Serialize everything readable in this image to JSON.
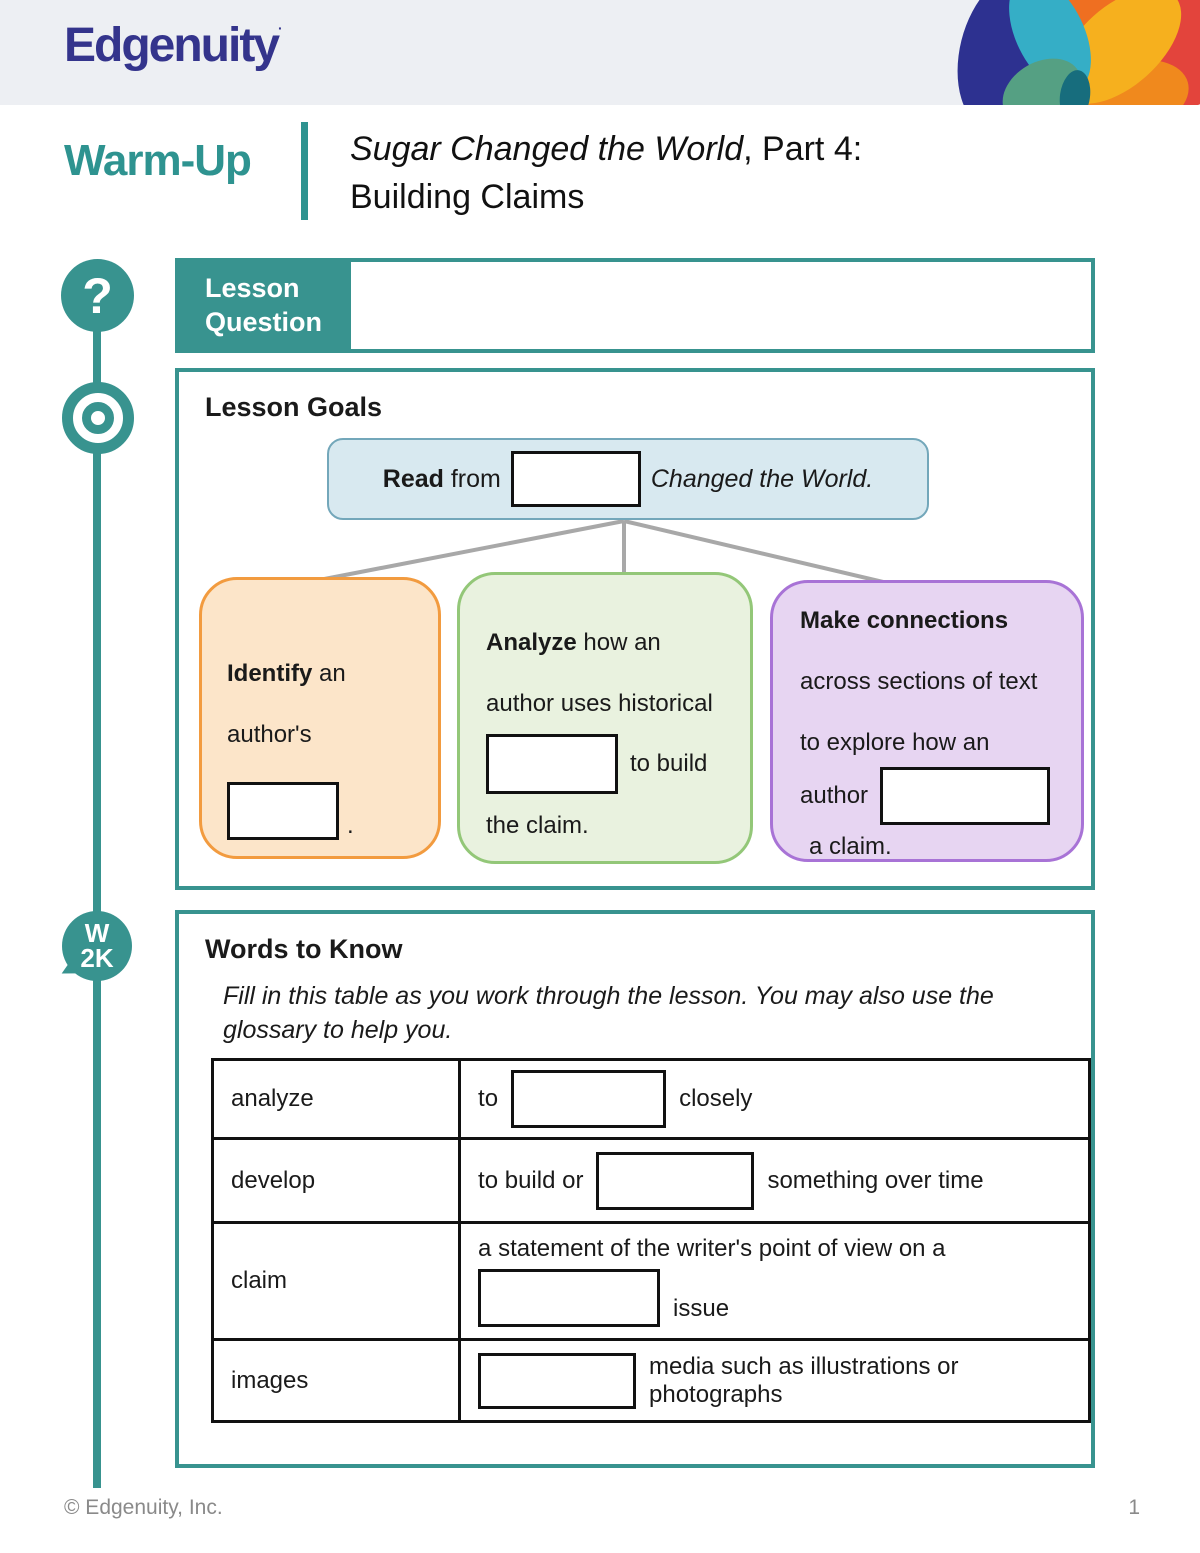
{
  "colors": {
    "teal": "#38938f",
    "navy_logo": "#34348c",
    "header_bg": "#edeff3",
    "blue_box_bg": "#d8e9f0",
    "blue_box_border": "#73a7ba",
    "orange_box_bg": "#fce5c9",
    "orange_box_border": "#f29b3f",
    "green_box_bg": "#e9f2df",
    "green_box_border": "#93c778",
    "purple_box_bg": "#e7d5f2",
    "purple_box_border": "#a873d6",
    "connector_gray": "#a8a8a8"
  },
  "header": {
    "logo": "Edgenuity",
    "logo_mark": "·"
  },
  "title_block": {
    "kicker": "Warm-Up",
    "title_italic": "Sugar Changed the World",
    "title_suffix": ", Part 4:",
    "title_line2": "Building Claims"
  },
  "rail": {
    "question_glyph": "?",
    "w2k_line1": "W",
    "w2k_line2": "2K"
  },
  "lesson_question": {
    "label_line1": "Lesson",
    "label_line2": "Question",
    "answer": ""
  },
  "lesson_goals": {
    "heading": "Lesson Goals",
    "read": {
      "bold": "Read",
      "rest": "from",
      "tail_italic": "Changed the World."
    },
    "orange": {
      "bold": "Identify",
      "rest": " an",
      "line2": "author's",
      "period": "."
    },
    "green": {
      "bold": "Analyze",
      "rest": " how an",
      "line2": "author uses historical",
      "after_blank": "to build",
      "line4": "the claim."
    },
    "purple": {
      "bold": "Make connections",
      "line2": "across sections of text",
      "line3": "to explore how an",
      "line4": "author",
      "line5": "a claim."
    }
  },
  "words_to_know": {
    "heading": "Words to Know",
    "instructions": "Fill in this table as you work through the lesson. You may also use the glossary to help you.",
    "rows": [
      {
        "term": "analyze",
        "pre": "to",
        "post": "closely"
      },
      {
        "term": "develop",
        "pre": "to build or",
        "post": "something over time"
      },
      {
        "term": "claim",
        "line1": "a statement of the writer's point of view on a",
        "post": "issue"
      },
      {
        "term": "images",
        "post": "media such as illustrations or photographs"
      }
    ]
  },
  "footer": {
    "copyright": "© Edgenuity, Inc.",
    "page": "1"
  }
}
